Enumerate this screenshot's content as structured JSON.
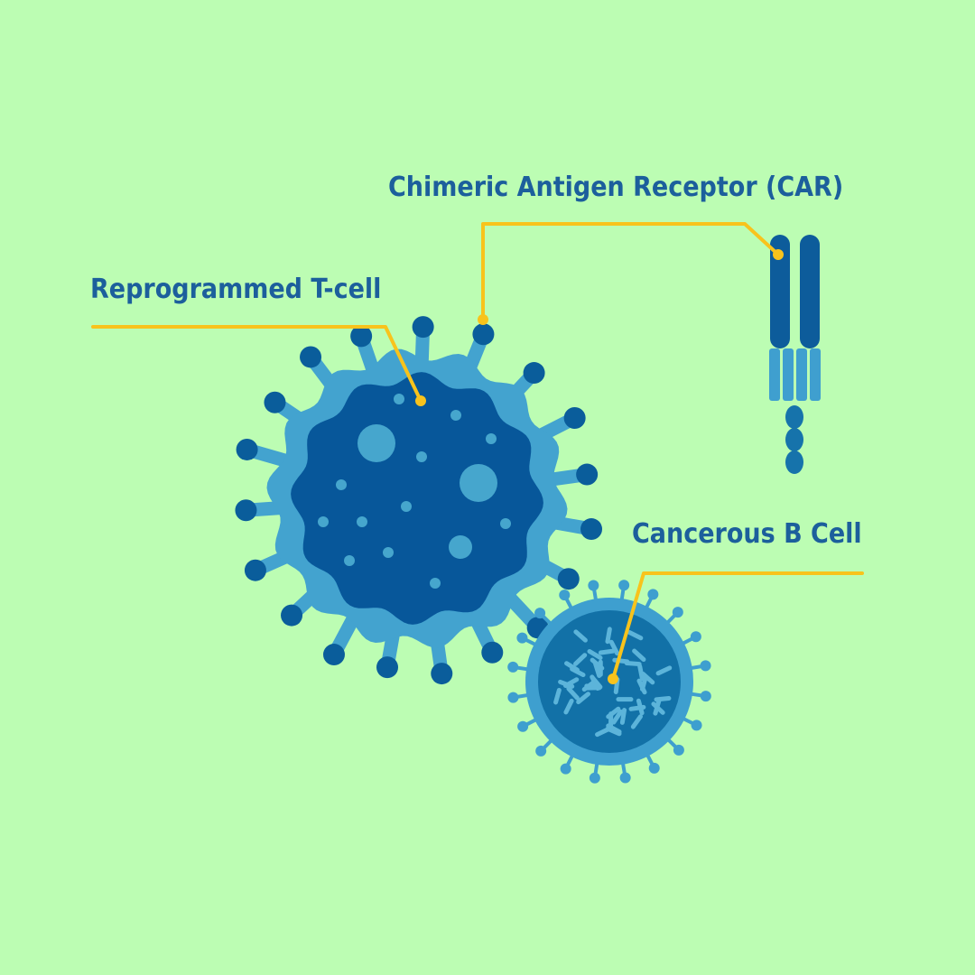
{
  "labels": {
    "car": "Chimeric Antigen Receptor (CAR)",
    "tcell": "Reprogrammed T-cell",
    "bcell": "Cancerous B Cell"
  },
  "colors": {
    "background": "#bcfdb3",
    "label_text": "#1c5f9c",
    "leader_line": "#f8c31c",
    "tcell_outer": "#43a3cf",
    "tcell_inner": "#07579a",
    "tcell_vesicle": "#46a6cd",
    "tcell_spike": "#1372a9",
    "tcell_spike_tip": "#0a5d9b",
    "bcell_outer": "#3e9fcf",
    "bcell_inner": "#1271a7",
    "bcell_squiggle": "#5cb4da",
    "receptor_dark": "#0d5c9b",
    "receptor_light": "#3f9fcf",
    "receptor_mid": "#1673ab"
  },
  "icons": [
    "t-cell-icon",
    "b-cell-icon",
    "car-receptor-icon"
  ]
}
